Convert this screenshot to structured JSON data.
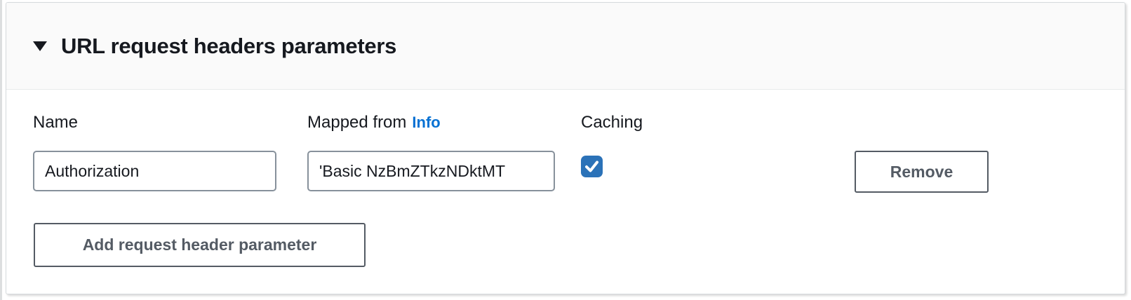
{
  "section": {
    "title": "URL request headers parameters"
  },
  "form": {
    "fields": {
      "name": {
        "label": "Name",
        "value": "Authorization"
      },
      "mapped_from": {
        "label": "Mapped from",
        "info_link": "Info",
        "value": "'Basic NzBmZTkzNDktMT"
      },
      "caching": {
        "label": "Caching",
        "checked": true
      }
    },
    "remove_button": "Remove",
    "add_button": "Add request header parameter"
  },
  "colors": {
    "info_link_blue": "#0972d3",
    "checkbox_blue": "#2b72b8",
    "button_gray": "#545b64",
    "text": "#16191f",
    "header_bg": "#fafafa",
    "panel_border": "#d6dadd"
  }
}
